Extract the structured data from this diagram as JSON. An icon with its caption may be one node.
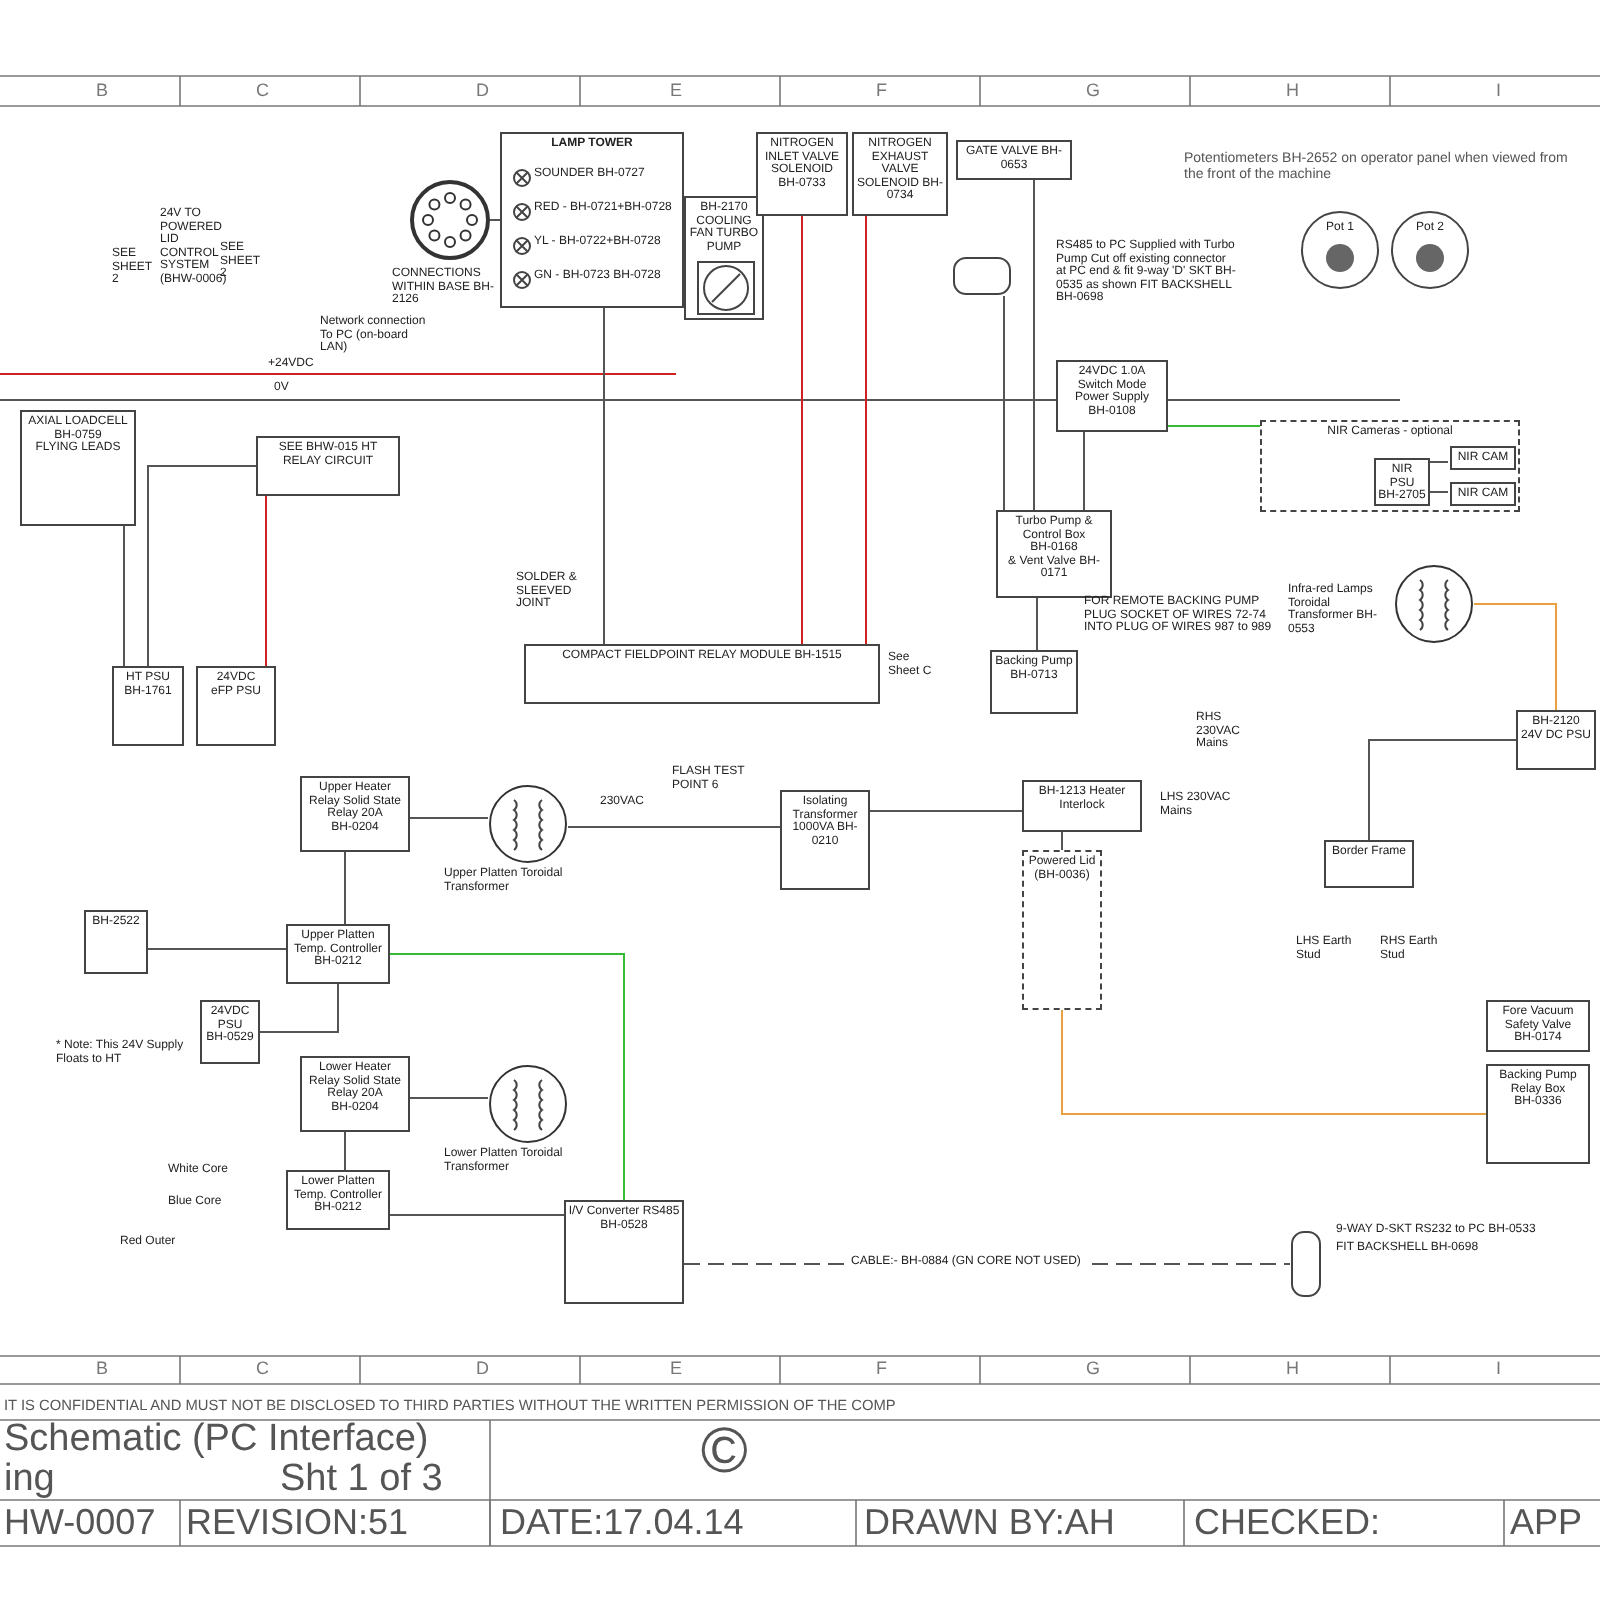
{
  "diagram": {
    "nodes": [
      {
        "text": [
          "AXIAL LOADCELL",
          "BH-0759",
          "FLYING LEADS"
        ]
      },
      {
        "text": [
          "SEE BHW-015 HT RELAY CIRCUIT"
        ]
      },
      {
        "text": [
          "HT PSU",
          "BH-1761"
        ]
      },
      {
        "text": [
          "24VDC",
          "eFP PSU"
        ]
      },
      {
        "text": [
          "LAMP TOWER"
        ]
      },
      {
        "text": [
          "SOUNDER BH-0727"
        ],
        "in": 4
      },
      {
        "text": [
          "RED - BH-0721+BH-0728"
        ],
        "in": 4
      },
      {
        "text": [
          "YL - BH-0722+BH-0728"
        ],
        "in": 4
      },
      {
        "text": [
          "GN - BH-0723 BH-0728"
        ],
        "in": 4
      },
      {
        "text": [],
        "shape": "circle",
        "beside": [
          "CONNECTIONS WITHIN BASE BH-2126"
        ]
      },
      {
        "text": [
          "BH-2170 COOLING FAN TURBO PUMP"
        ]
      },
      {
        "text": [
          "NITROGEN INLET VALVE SOLENOID BH-0733"
        ]
      },
      {
        "text": [
          "NITROGEN EXHAUST VALVE SOLENOID BH-0734"
        ]
      },
      {
        "text": [
          "GATE VALVE BH-0653"
        ]
      },
      {
        "text": [],
        "shape": "box",
        "beside": [
          "RS485 to PC Supplied with Turbo Pump Cut off existing connector at PC end & fit 9-way 'D' SKT BH-0535 as shown FIT BACKSHELL BH-0698"
        ]
      },
      {
        "text": [
          "24VDC 1.0A Switch Mode Power Supply",
          "BH-0108"
        ]
      },
      {
        "text": [
          "Turbo Pump & Control Box",
          "BH-0168",
          "& Vent Valve BH-0171"
        ]
      },
      {
        "text": [
          "Pot 1"
        ]
      },
      {
        "text": [
          "Pot 2"
        ]
      },
      {
        "text": [
          "NIR Cameras - optional"
        ]
      },
      {
        "text": [
          "NIR PSU",
          "BH-2705"
        ],
        "in": 19
      },
      {
        "text": [
          "NIR CAM"
        ],
        "in": 19
      },
      {
        "text": [
          "NIR CAM"
        ],
        "in": 19
      },
      {
        "text": [],
        "shape": "circle",
        "beside": [
          "Infra-red Lamps Toroidal Transformer BH-0553"
        ]
      },
      {
        "text": [
          "COMPACT FIELDPOINT RELAY MODULE BH-1515"
        ],
        "beside": [
          "See Sheet C"
        ]
      },
      {
        "text": [
          "Backing Pump",
          "BH-0713"
        ]
      },
      {
        "text": [
          "Isolating Transformer",
          "1000VA BH-0210"
        ]
      },
      {
        "text": [
          "BH-1213 Heater Interlock"
        ]
      },
      {
        "text": [
          "Powered Lid (BH-0036)"
        ]
      },
      {
        "text": [
          "Upper Heater Relay Solid State Relay 20A",
          "BH-0204"
        ]
      },
      {
        "text": [],
        "shape": "circle",
        "beside": [
          "Upper Platten Toroidal Transformer"
        ]
      },
      {
        "text": [
          "BH-2522"
        ]
      },
      {
        "text": [
          "Upper Platten Temp. Controller",
          "BH-0212"
        ]
      },
      {
        "text": [
          "24VDC PSU",
          "BH-0529"
        ]
      },
      {
        "text": [
          "Lower Heater Relay Solid State Relay 20A",
          "BH-0204"
        ]
      },
      {
        "text": [],
        "shape": "circle",
        "beside": [
          "Lower Platten Toroidal Transformer"
        ]
      },
      {
        "text": [
          "Lower Platten Temp. Controller",
          "BH-0212"
        ]
      },
      {
        "text": [
          "I/V Converter RS485",
          "BH-0528"
        ]
      },
      {
        "text": [
          "Border Frame"
        ]
      },
      {
        "text": [
          "Fore Vacuum Safety Valve",
          "BH-0174"
        ]
      },
      {
        "text": [
          "Backing Pump Relay Box",
          "BH-0336"
        ]
      },
      {
        "text": [
          "BH-2120 24V DC PSU"
        ]
      },
      {
        "text": [],
        "shape": "box",
        "beside": [
          "9-WAY D-SKT RS232 to PC BH-0533",
          "FIT BACKSHELL BH-0698"
        ]
      }
    ],
    "edges": [
      {
        "from": 3,
        "to": 1,
        "arrow": "none",
        "color": "#cc2222"
      },
      {
        "from": 2,
        "to": 1,
        "arrow": "none"
      },
      {
        "from": 0,
        "to": 2,
        "arrow": "none"
      },
      {
        "from": 9,
        "to": 4,
        "arrow": "none"
      },
      {
        "from": 4,
        "to": 24,
        "arrow": "none"
      },
      {
        "from": 11,
        "to": 24,
        "arrow": "none",
        "color": "#cc2222"
      },
      {
        "from": 12,
        "to": 24,
        "arrow": "none",
        "color": "#cc2222"
      },
      {
        "from": 13,
        "to": 16,
        "arrow": "none"
      },
      {
        "from": 14,
        "to": 16,
        "arrow": "none"
      },
      {
        "from": 15,
        "to": 16,
        "arrow": "none"
      },
      {
        "from": 15,
        "to": 19,
        "arrow": "none",
        "color": "#33bb33"
      },
      {
        "from": 20,
        "to": 21,
        "arrow": "none"
      },
      {
        "from": 20,
        "to": 22,
        "arrow": "none"
      },
      {
        "from": 29,
        "to": 30,
        "arrow": "none"
      },
      {
        "from": 32,
        "to": 29,
        "arrow": "none"
      },
      {
        "from": 31,
        "to": 32,
        "arrow": "none"
      },
      {
        "from": 33,
        "to": 32,
        "arrow": "none"
      },
      {
        "from": 34,
        "to": 35,
        "arrow": "none"
      },
      {
        "from": 36,
        "to": 34,
        "arrow": "none"
      },
      {
        "from": 36,
        "to": 37,
        "arrow": "none"
      },
      {
        "from": 32,
        "to": 37,
        "arrow": "none",
        "color": "#33bb33"
      },
      {
        "from": 27,
        "to": 28,
        "arrow": "none"
      },
      {
        "from": 26,
        "to": 27,
        "arrow": "none"
      },
      {
        "from": 30,
        "to": 26,
        "arrow": "none"
      },
      {
        "from": 37,
        "to": 42,
        "arrow": "none",
        "label": "CABLE:- BH-0884 (GN CORE NOT USED)",
        "style": "dashed"
      },
      {
        "from": 28,
        "to": 40,
        "arrow": "none",
        "color": "#e8a040"
      },
      {
        "from": 41,
        "to": 38,
        "arrow": "none"
      },
      {
        "from": 23,
        "to": 41,
        "arrow": "none",
        "color": "#e8a040"
      },
      {
        "from": 16,
        "to": 25,
        "arrow": "none"
      }
    ],
    "labels": [
      "B",
      "C",
      "D",
      "E",
      "F",
      "G",
      "H",
      "I",
      "B",
      "C",
      "D",
      "E",
      "F",
      "G",
      "H",
      "I",
      "Potentiometers BH-2652 on operator panel when viewed from the front of the machine",
      "SEE SHEET 2",
      "SEE SHEET 2",
      "24V TO POWERED LID CONTROL SYSTEM (BHW-0006)",
      "Network connection To PC (on-board LAN)",
      "+24VDC",
      "0V",
      "SOLDER & SLEEVED JOINT",
      "FOR REMOTE BACKING PUMP PLUG SOCKET OF WIRES 72-74 INTO PLUG OF WIRES 987 to 989",
      "FLASH TEST POINT 6",
      "230VAC",
      "* Note: This 24V Supply Floats to HT",
      "LHS 230VAC Mains",
      "RHS 230VAC Mains",
      "LHS Earth Stud",
      "RHS Earth Stud",
      "White Core",
      "Blue Core",
      "Red Outer",
      "IT IS CONFIDENTIAL AND MUST NOT BE DISCLOSED TO THIRD PARTIES WITHOUT THE WRITTEN PERMISSION OF THE COMP",
      "Schematic (PC Interface)",
      "ing",
      "Sht 1 of 3",
      "©",
      "HW-0007",
      "REVISION:51",
      "DATE:17.04.14",
      "DRAWN BY:AH",
      "CHECKED:",
      "APP"
    ]
  }
}
